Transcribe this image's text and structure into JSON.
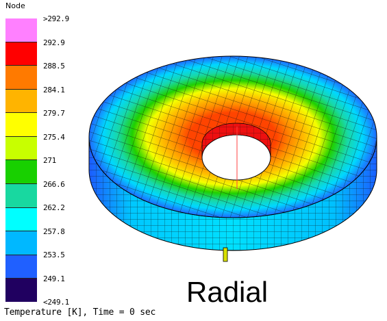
{
  "legend": {
    "title": "Node",
    "colors": [
      "#ff80ff",
      "#ff0000",
      "#ff7a00",
      "#ffb400",
      "#ffff00",
      "#c8ff00",
      "#18d000",
      "#18d8a0",
      "#00ffff",
      "#00b8ff",
      "#2060ff",
      "#200060"
    ],
    "labels": [
      ">292.9",
      "292.9",
      "288.5",
      "284.1",
      "279.7",
      "275.4",
      "271",
      "266.6",
      "262.2",
      "257.8",
      "253.5",
      "249.1",
      "<249.1"
    ]
  },
  "view_label": "Radial",
  "status": "Temperature [K], Time = 0 sec"
}
